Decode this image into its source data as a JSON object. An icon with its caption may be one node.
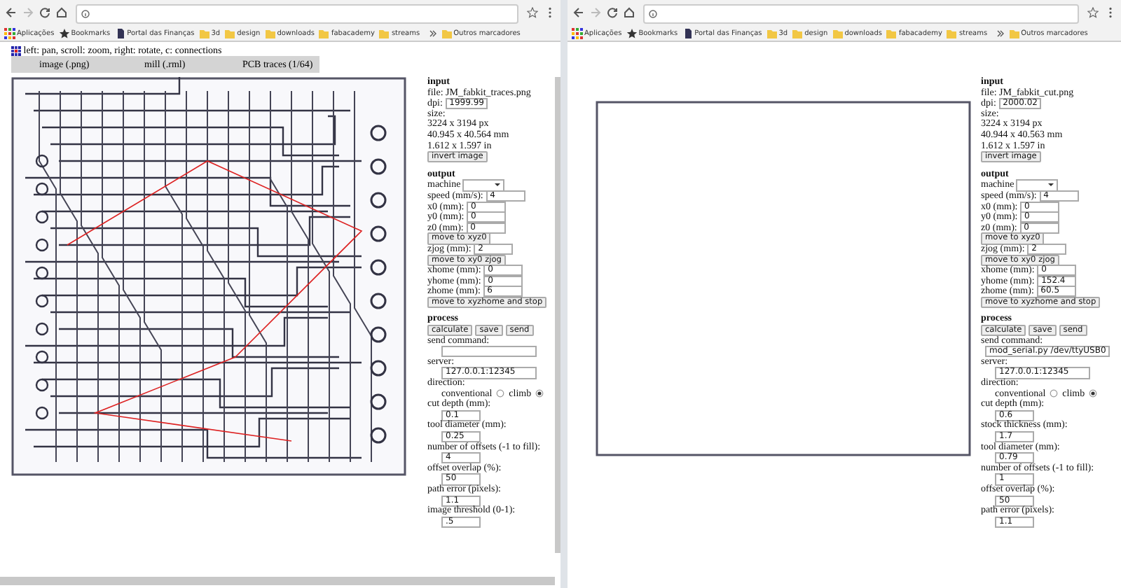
{
  "diagram": {
    "labels": [
      "Aplicações",
      "Bookmarks",
      "Portal das Finanças",
      "3d",
      "design",
      "downloads",
      "fabacademy",
      "streams",
      "Outros marcadores",
      "left: pan, scroll: zoom, right: rotate, c: connections",
      "image (.png)",
      "mill (.rml)",
      "PCB traces (1/64)",
      "input",
      "file: JM_fabkit_traces.png",
      "dpi:",
      "1999.99",
      "size:",
      "3224 x 3194 px",
      "40.945 x 40.564 mm",
      "1.612 x 1.597 in",
      "invert image",
      "output",
      "machine",
      "speed (mm/s):",
      "4",
      "x0 (mm):",
      "0",
      "y0 (mm):",
      "0",
      "z0 (mm):",
      "0",
      "move to xyz0",
      "zjog (mm):",
      "2",
      "move to xy0 zjog",
      "xhome (mm):",
      "0",
      "yhome (mm):",
      "0",
      "zhome (mm):",
      "6",
      "move to xyzhome and stop",
      "process",
      "calculate",
      "save",
      "send",
      "send command:",
      "server:",
      "127.0.0.1:12345",
      "direction:",
      "conventional",
      "climb",
      "cut depth (mm):",
      "0.1",
      "tool diameter (mm):",
      "0.25",
      "number of offsets (-1 to fill):",
      "4",
      "offset overlap (%):",
      "50",
      "path error (pixels):",
      "1.1",
      "image threshold (0-1):",
      ".5",
      "Aplicações",
      "Bookmarks",
      "Portal das Finanças",
      "3d",
      "design",
      "downloads",
      "fabacademy",
      "streams",
      "Outros marcadores",
      "input",
      "file: JM_fabkit_cut.png",
      "dpi:",
      "2000.02",
      "size:",
      "3224 x 3194 px",
      "40.944 x 40.563 mm",
      "1.612 x 1.597 in",
      "invert image",
      "output",
      "machine",
      "speed (mm/s):",
      "4",
      "x0 (mm):",
      "0",
      "y0 (mm):",
      "0",
      "z0 (mm):",
      "0",
      "move to xyz0",
      "zjog (mm):",
      "2",
      "move to xy0 zjog",
      "xhome (mm):",
      "0",
      "yhome (mm):",
      "152.4",
      "zhome (mm):",
      "60.5",
      "move to xyzhome and stop",
      "process",
      "calculate",
      "save",
      "send",
      "send command:",
      "mod_serial.py /dev/ttyUSB0",
      "server:",
      "127.0.0.1:12345",
      "direction:",
      "conventional",
      "climb",
      "cut depth (mm):",
      "0.6",
      "stock thickness (mm):",
      "1.7",
      "tool diameter (mm):",
      "0.79",
      "number of offsets (-1 to fill):",
      "1",
      "offset overlap (%):",
      "50",
      "path error (pixels):",
      "1.1"
    ]
  }
}
